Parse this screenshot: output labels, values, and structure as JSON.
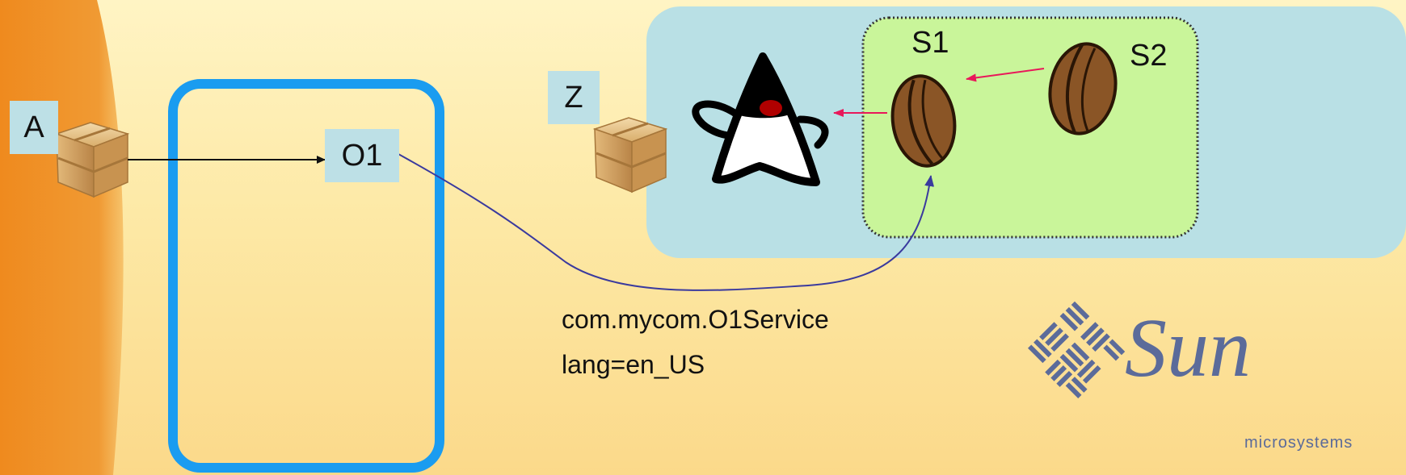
{
  "labels": {
    "a": "A",
    "o1": "O1",
    "z": "Z",
    "s1": "S1",
    "s2": "S2"
  },
  "service": {
    "name": "com.mycom.O1Service",
    "property": "lang=en_US"
  },
  "logo": {
    "brand": "Sun",
    "tagline": "microsystems"
  },
  "colors": {
    "orange_band": "#ef8a1e",
    "framework_border": "#1a9cf0",
    "blue_panel": "#b9e0e5",
    "green_panel": "#c9f59a",
    "bean": "#8a5526",
    "service_arrow": "#e8185a",
    "dependency_line": "#3a3a9e"
  }
}
